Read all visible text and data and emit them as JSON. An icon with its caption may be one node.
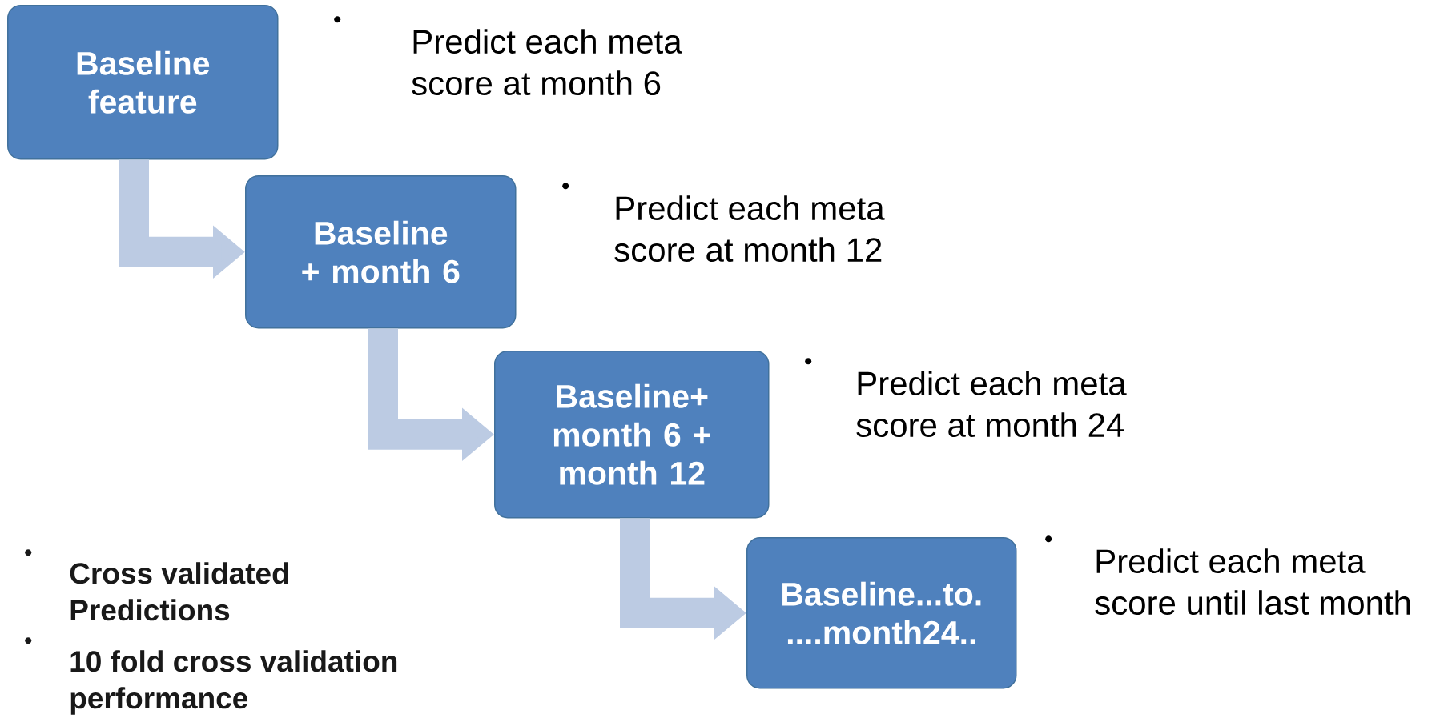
{
  "diagram": {
    "nodes": [
      {
        "text": [
          "Baseline feature"
        ],
        "beside": [
          "Predict each meta score at month 6"
        ]
      },
      {
        "text": [
          "Baseline + month 6"
        ],
        "beside": [
          "Predict each meta score at month 12"
        ]
      },
      {
        "text": [
          "Baseline+ month 6 + month 12"
        ],
        "beside": [
          "Predict each meta score at month 24"
        ]
      },
      {
        "text": [
          "Baseline...to. ....month24.."
        ],
        "beside": [
          "Predict each meta score until last month"
        ]
      }
    ],
    "edges": [
      {
        "from": 0,
        "to": 1,
        "arrow": "to"
      },
      {
        "from": 1,
        "to": 2,
        "arrow": "to"
      },
      {
        "from": 2,
        "to": 3,
        "arrow": "to"
      }
    ],
    "labels": [
      "Cross validated Predictions",
      "10 fold cross validation performance"
    ]
  }
}
